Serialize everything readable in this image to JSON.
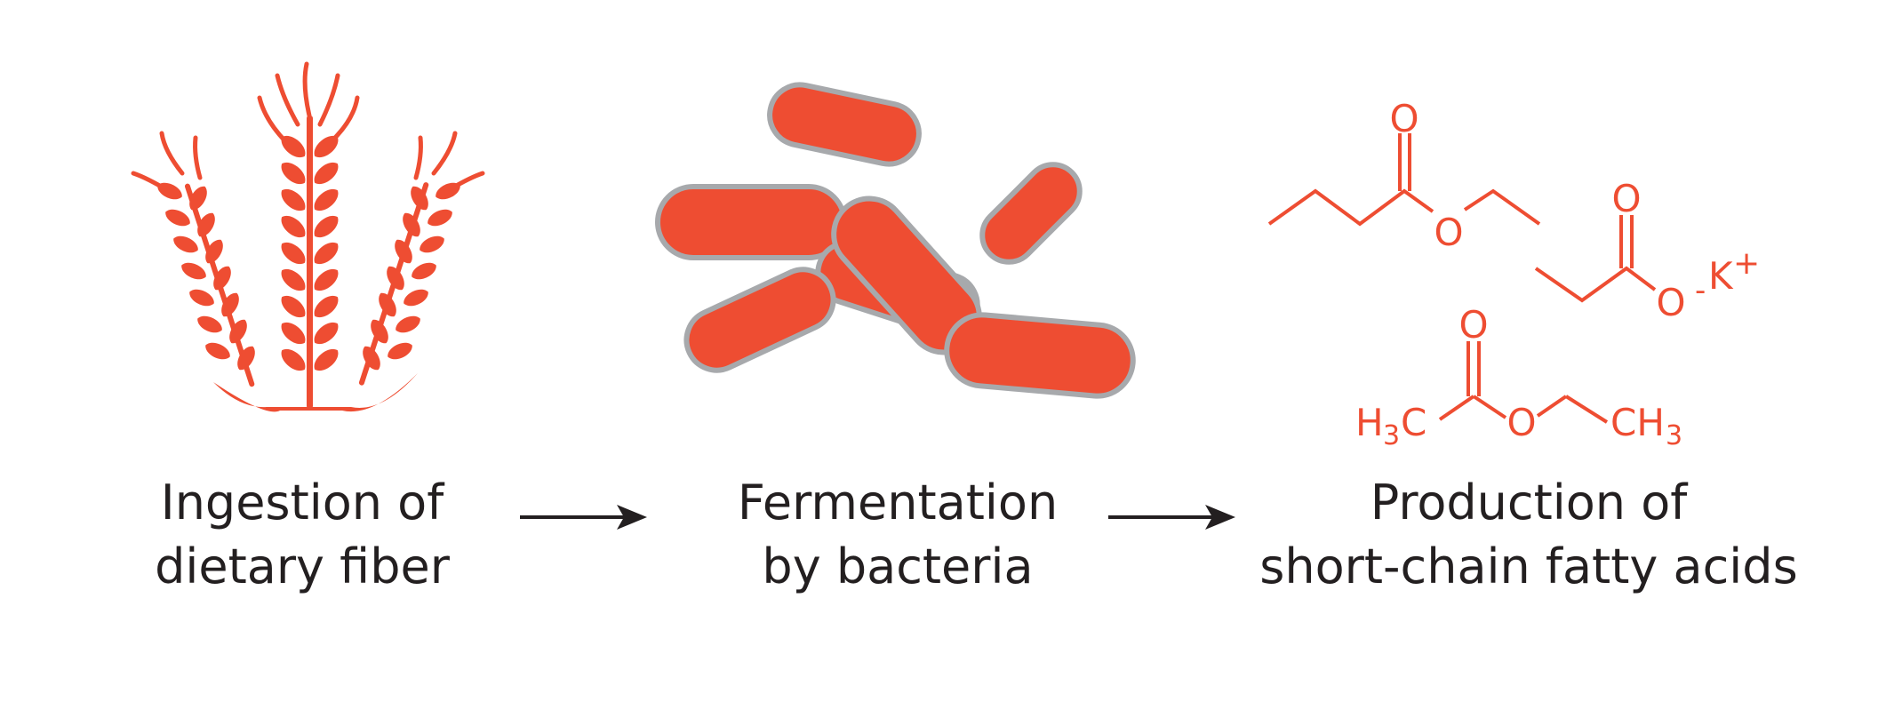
{
  "colors": {
    "accent": "#ee4d32",
    "outline": "#a7a9ac",
    "text": "#231f20",
    "arrow": "#231f20"
  },
  "icons": [
    "wheat-icon",
    "bacteria-icon",
    "arrow-right-icon"
  ],
  "steps": [
    {
      "line1": "Ingestion of",
      "line2": "dietary fiber"
    },
    {
      "line1": "Fermentation",
      "line2": "by bacteria"
    },
    {
      "line1": "Production of",
      "line2": "short-chain fatty acids"
    }
  ],
  "chemistry": {
    "ethyl_butyrate": {
      "carbonyl_o": "O",
      "ester_o": "O"
    },
    "potassium_propionate": {
      "carbonyl_o": "O",
      "ester_o": "O",
      "charge": "-",
      "counterion": "K",
      "counterion_charge": "+"
    },
    "ethyl_acetate": {
      "left_group": "H",
      "left_sub": "3",
      "left_c": "C",
      "carbonyl_o": "O",
      "ester_o": "O",
      "right_c": "CH",
      "right_sub": "3"
    }
  }
}
